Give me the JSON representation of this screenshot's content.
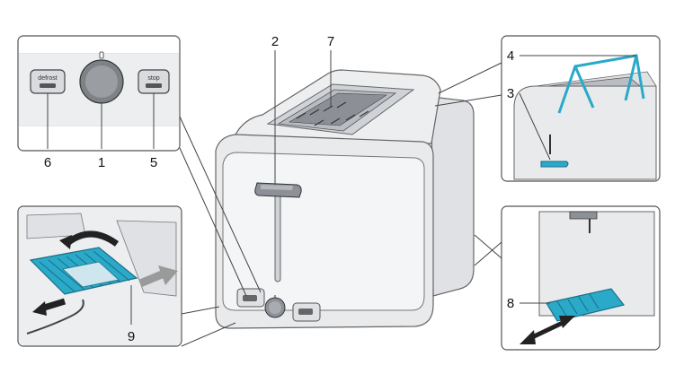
{
  "callouts": {
    "c1": "1",
    "c2": "2",
    "c3": "3",
    "c4": "4",
    "c5": "5",
    "c6": "6",
    "c7": "7",
    "c8": "8",
    "c9": "9"
  },
  "buttons": {
    "defrost": "defrost",
    "stop": "stop"
  },
  "colors": {
    "accent": "#2aa9c9",
    "body": "#e9eaec",
    "shade": "#c9cbce",
    "arrow": "#222222",
    "arrow_light": "#9a9a9a"
  }
}
